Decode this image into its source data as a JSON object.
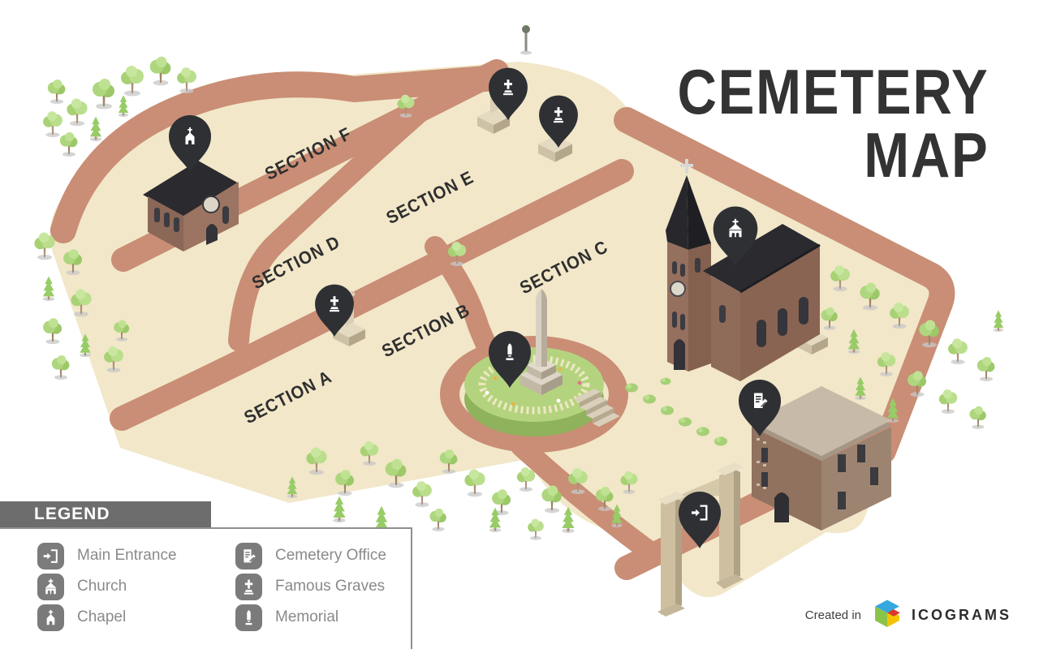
{
  "title": {
    "line1": "CEMETERY",
    "line2": "MAP"
  },
  "map": {
    "sections": [
      {
        "id": "a",
        "label": "SECTION A"
      },
      {
        "id": "b",
        "label": "SECTION B"
      },
      {
        "id": "c",
        "label": "SECTION C"
      },
      {
        "id": "d",
        "label": "SECTION D"
      },
      {
        "id": "e",
        "label": "SECTION E"
      },
      {
        "id": "f",
        "label": "SECTION F"
      }
    ],
    "pins": [
      {
        "icon": "chapel-icon",
        "location": "chapel"
      },
      {
        "icon": "famous-grave-icon",
        "location": "grave-north-1"
      },
      {
        "icon": "famous-grave-icon",
        "location": "grave-north-2"
      },
      {
        "icon": "famous-grave-icon",
        "location": "grave-section-d"
      },
      {
        "icon": "memorial-icon",
        "location": "memorial"
      },
      {
        "icon": "church-icon",
        "location": "church"
      },
      {
        "icon": "cemetery-office-icon",
        "location": "cemetery-office"
      },
      {
        "icon": "main-entrance-icon",
        "location": "main-entrance"
      }
    ]
  },
  "legend": {
    "header": "LEGEND",
    "items": [
      {
        "icon": "door-icon",
        "label": "Main Entrance"
      },
      {
        "icon": "church-icon",
        "label": "Church"
      },
      {
        "icon": "chapel-icon",
        "label": "Chapel"
      },
      {
        "icon": "office-icon",
        "label": "Cemetery Office"
      },
      {
        "icon": "graves-icon",
        "label": "Famous Graves"
      },
      {
        "icon": "memorial-icon",
        "label": "Memorial"
      }
    ]
  },
  "credit": {
    "text": "Created in",
    "brand": "ICOGRAMS"
  },
  "colors": {
    "road": "#c98e75",
    "ground": "#f2e7c9",
    "pin": "#2e3034",
    "legend_bar": "#6d6d6d",
    "title_text": "#333333",
    "tree_green": "#b4d985"
  }
}
